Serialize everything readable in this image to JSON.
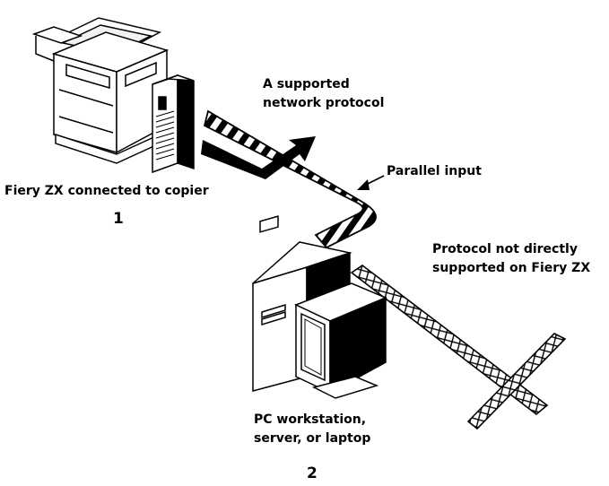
{
  "labels": {
    "supported_protocol": "A supported\nnetwork protocol",
    "parallel_input": "Parallel input",
    "fiery_connected": "Fiery ZX connected to copier",
    "number_1": "1",
    "protocol_not_supported": "Protocol not directly\nsupported on Fiery ZX",
    "pc_workstation": "PC workstation,\nserver, or laptop",
    "number_2": "2"
  },
  "icons": {
    "copier": "copier-icon",
    "fiery_server": "fiery-server-icon",
    "pc": "pc-workstation-icon"
  },
  "colors": {
    "ink": "#000000",
    "paper": "#ffffff",
    "shade": "#cfcfcf"
  }
}
